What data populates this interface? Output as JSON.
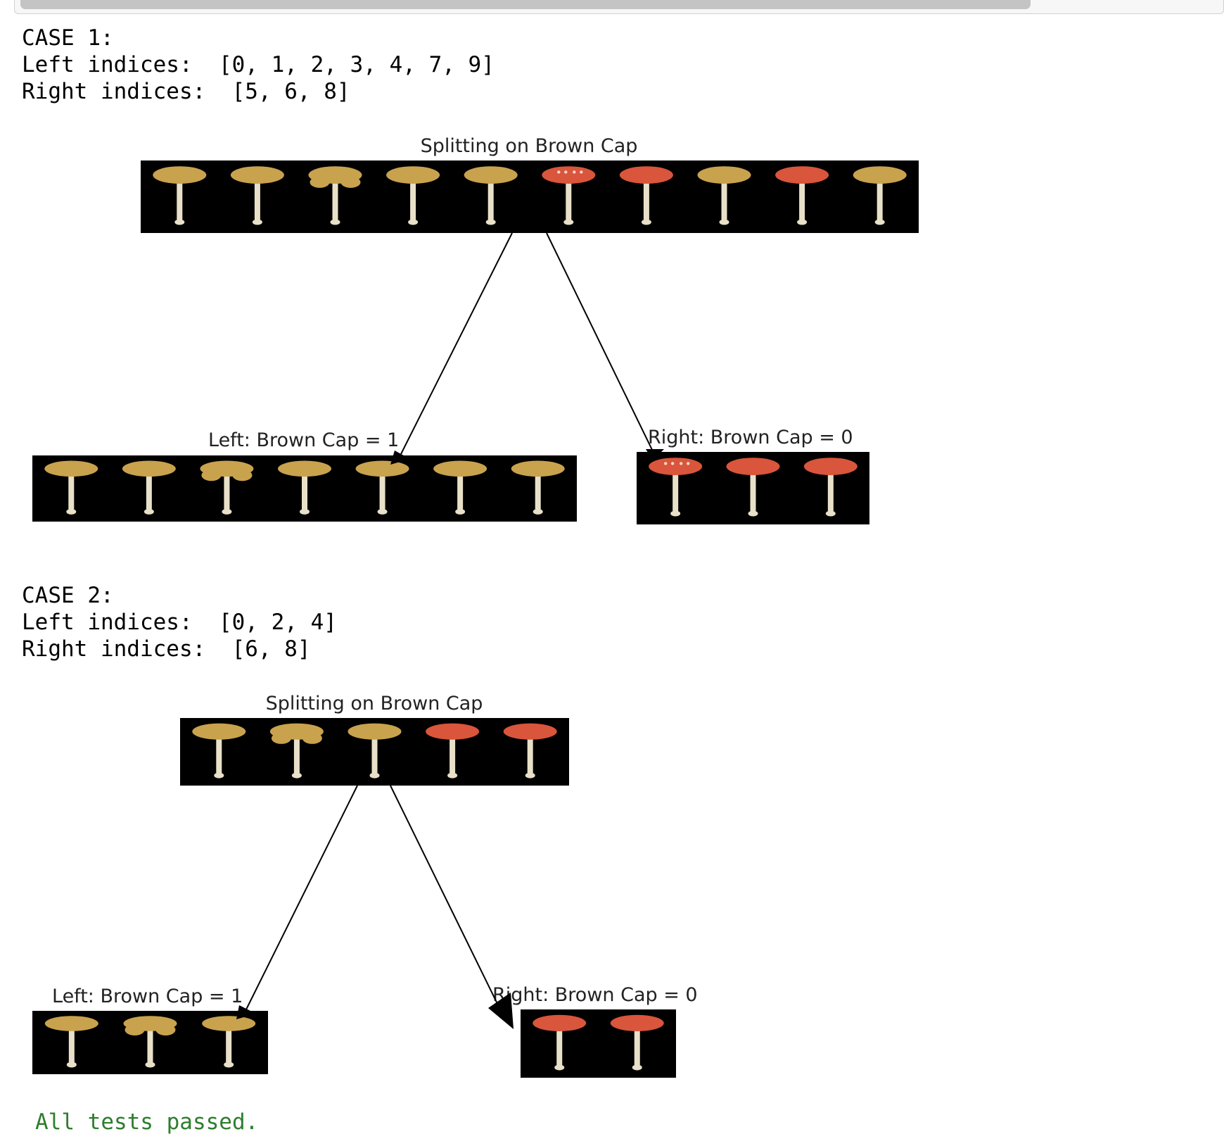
{
  "case1": {
    "header": "CASE 1:",
    "left_line": "Left indices:  [0, 1, 2, 3, 4, 7, 9]",
    "right_line": "Right indices:  [5, 6, 8]",
    "root_title": "Splitting on Brown Cap",
    "left_title": "Left: Brown Cap = 1",
    "right_title": "Right: Brown Cap = 0",
    "root_items": [
      0,
      1,
      2,
      3,
      4,
      5,
      6,
      7,
      8,
      9
    ],
    "left_items": [
      0,
      1,
      2,
      3,
      4,
      7,
      9
    ],
    "right_items": [
      5,
      6,
      8
    ]
  },
  "case2": {
    "header": "CASE 2:",
    "left_line": "Left indices:  [0, 2, 4]",
    "right_line": "Right indices:  [6, 8]",
    "root_title": "Splitting on Brown Cap",
    "left_title": "Left: Brown Cap = 1",
    "right_title": "Right: Brown Cap = 0",
    "root_items": [
      0,
      2,
      4,
      6,
      8
    ],
    "left_items": [
      0,
      2,
      4
    ],
    "right_items": [
      6,
      8
    ]
  },
  "status": "All tests passed.",
  "colors": {
    "brown_cap": "#c9a24e",
    "red_cap": "#d9553b",
    "stem": "#e8e0c8",
    "image_bg": "#000000",
    "success_text": "#2e7d2e"
  }
}
